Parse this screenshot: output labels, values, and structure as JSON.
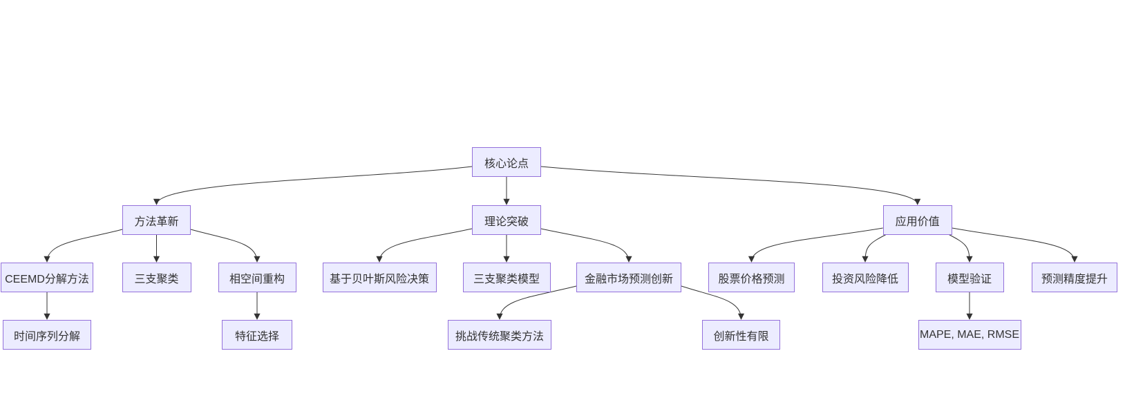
{
  "diagram": {
    "type": "flowchart-top-down",
    "background_color": "#ffffff",
    "node_fill_color": "#ECECFF",
    "node_border_color": "#9370DB",
    "node_text_color": "#333333",
    "edge_color": "#333333",
    "nodes": [
      {
        "id": "root",
        "level": 1,
        "label": "核心论点"
      },
      {
        "id": "method",
        "level": 2,
        "label": "方法革新"
      },
      {
        "id": "theory",
        "level": 2,
        "label": "理论突破"
      },
      {
        "id": "application",
        "level": 2,
        "label": "应用价值"
      },
      {
        "id": "ceemd",
        "level": 3,
        "label": "CEEMD分解方法"
      },
      {
        "id": "three_way",
        "level": 3,
        "label": "三支聚类"
      },
      {
        "id": "phase_space",
        "level": 3,
        "label": "相空间重构"
      },
      {
        "id": "bayes",
        "level": 3,
        "label": "基于贝叶斯风险决策"
      },
      {
        "id": "three_way_model",
        "level": 3,
        "label": "三支聚类模型"
      },
      {
        "id": "finance_innovation",
        "level": 3,
        "label": "金融市场预测创新"
      },
      {
        "id": "stock",
        "level": 3,
        "label": "股票价格预测"
      },
      {
        "id": "risk",
        "level": 3,
        "label": "投资风险降低"
      },
      {
        "id": "validation",
        "level": 3,
        "label": "模型验证"
      },
      {
        "id": "accuracy",
        "level": 3,
        "label": "预测精度提升"
      },
      {
        "id": "ts_decomp",
        "level": 4,
        "label": "时间序列分解"
      },
      {
        "id": "feature",
        "level": 4,
        "label": "特征选择"
      },
      {
        "id": "challenge",
        "level": 4,
        "label": "挑战传统聚类方法"
      },
      {
        "id": "limited",
        "level": 4,
        "label": "创新性有限"
      },
      {
        "id": "metrics",
        "level": 4,
        "label": "MAPE, MAE, RMSE"
      }
    ],
    "edges": [
      {
        "from": "root",
        "to": "method"
      },
      {
        "from": "root",
        "to": "theory"
      },
      {
        "from": "root",
        "to": "application"
      },
      {
        "from": "method",
        "to": "ceemd"
      },
      {
        "from": "method",
        "to": "three_way"
      },
      {
        "from": "method",
        "to": "phase_space"
      },
      {
        "from": "theory",
        "to": "bayes"
      },
      {
        "from": "theory",
        "to": "three_way_model"
      },
      {
        "from": "theory",
        "to": "finance_innovation"
      },
      {
        "from": "finance_innovation",
        "to": "challenge"
      },
      {
        "from": "finance_innovation",
        "to": "limited"
      },
      {
        "from": "application",
        "to": "stock"
      },
      {
        "from": "application",
        "to": "risk"
      },
      {
        "from": "application",
        "to": "validation"
      },
      {
        "from": "application",
        "to": "accuracy"
      },
      {
        "from": "ceemd",
        "to": "ts_decomp"
      },
      {
        "from": "phase_space",
        "to": "feature"
      },
      {
        "from": "validation",
        "to": "metrics"
      }
    ]
  }
}
